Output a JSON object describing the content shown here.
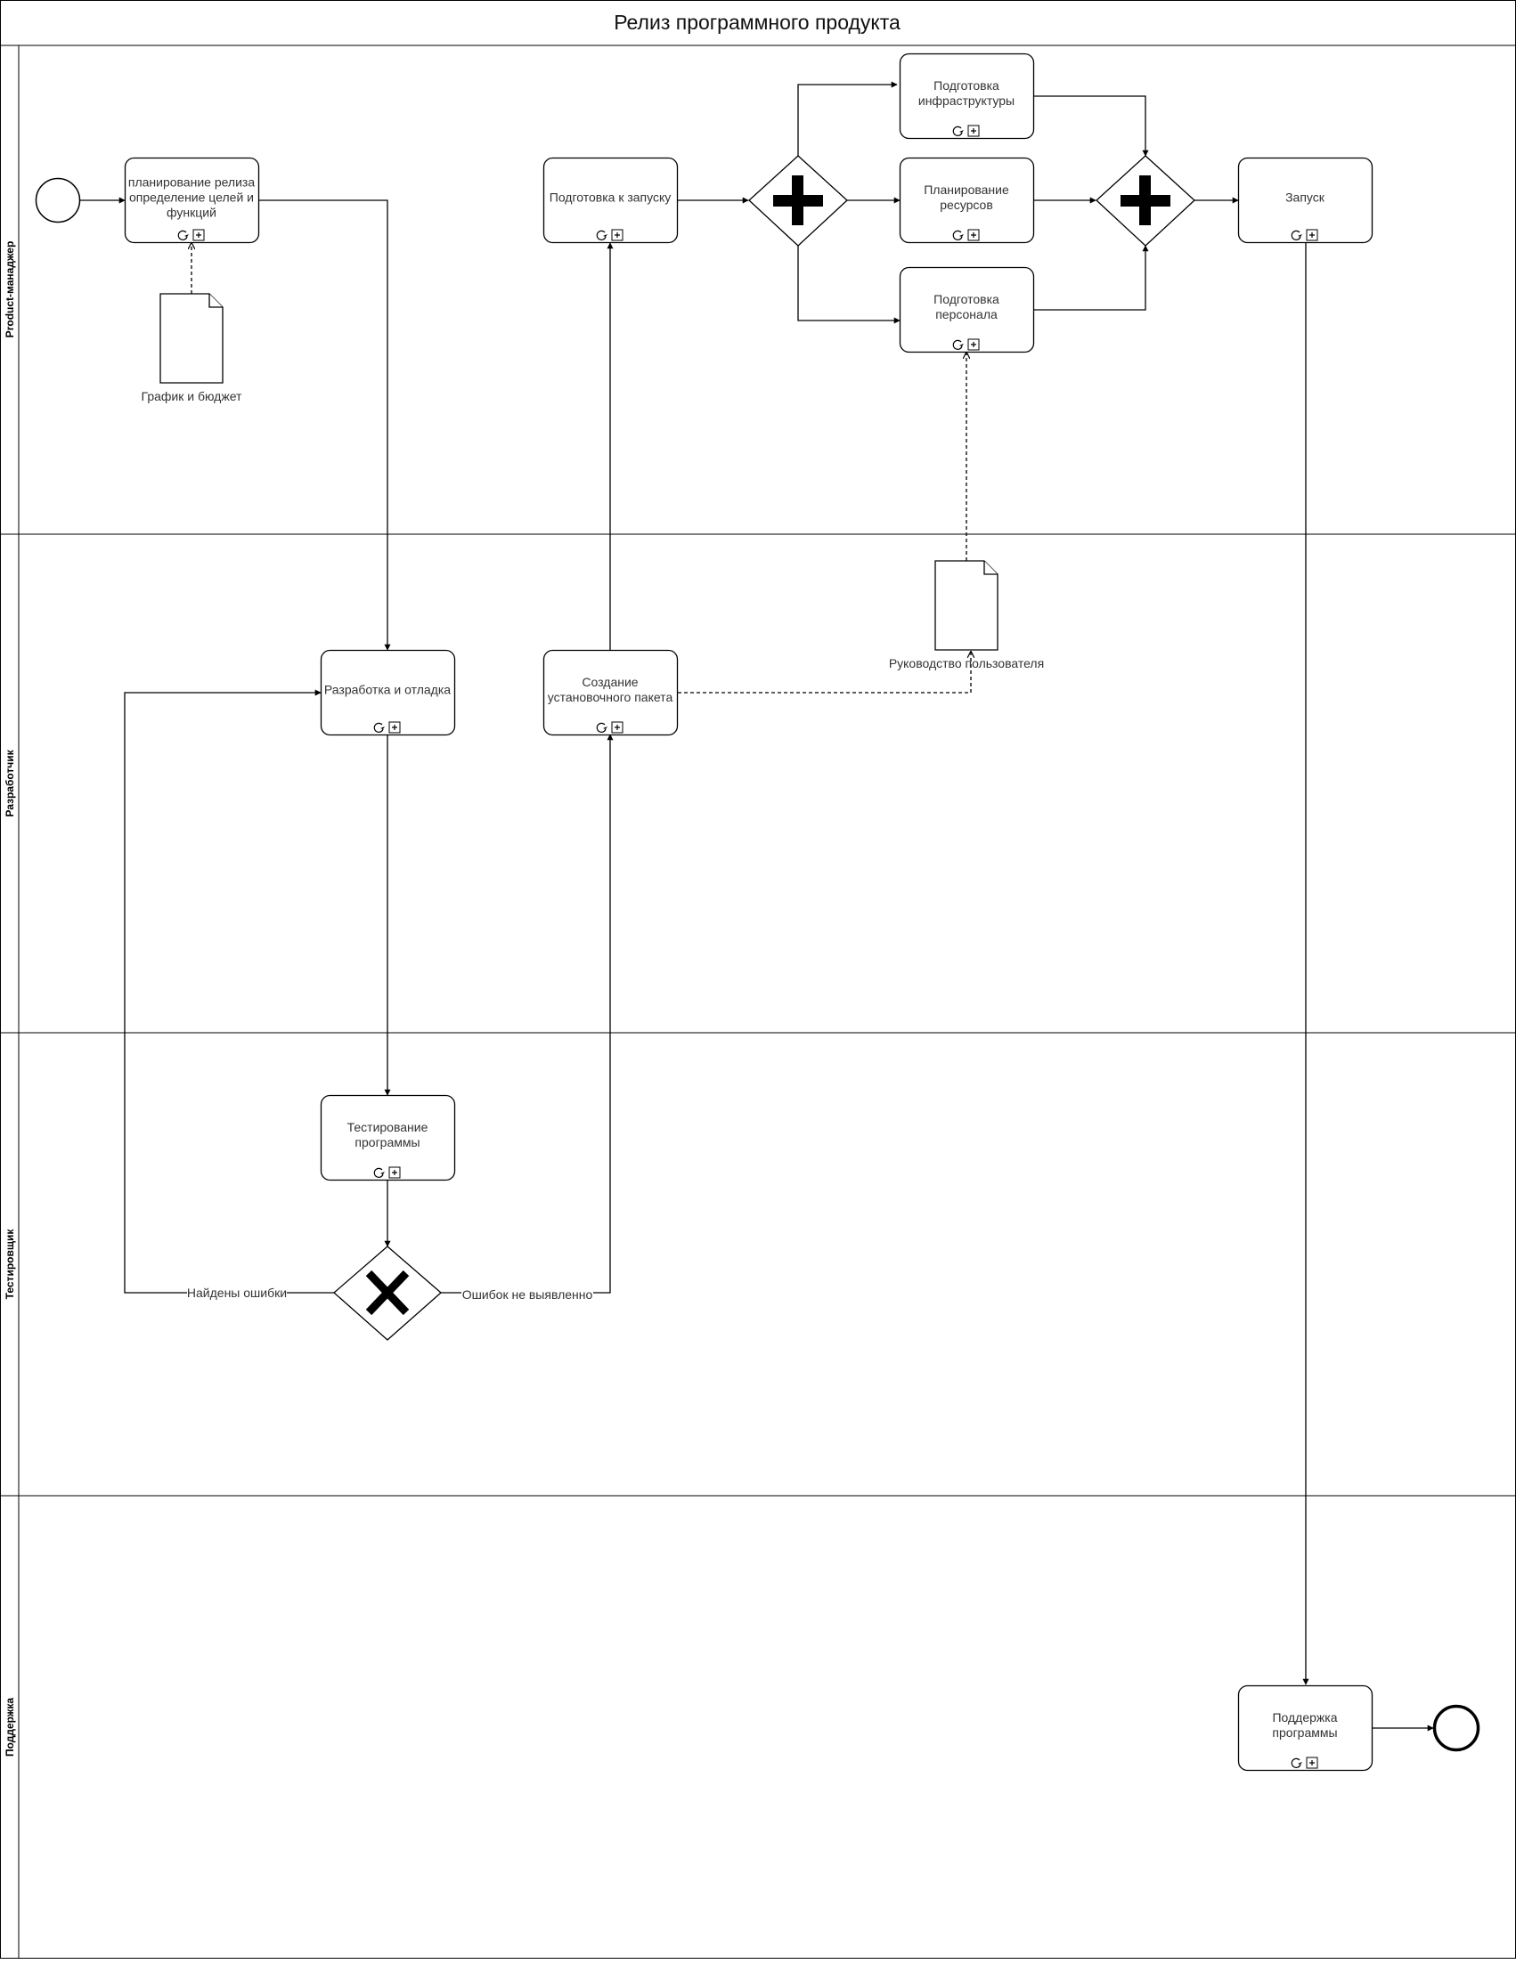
{
  "diagram": {
    "title": "Релиз программного продукта",
    "lanes": [
      {
        "id": "pm",
        "label": "Product-манаджер"
      },
      {
        "id": "dev",
        "label": "Разработчик"
      },
      {
        "id": "qa",
        "label": "Тестировщик"
      },
      {
        "id": "support",
        "label": "Поддержка"
      }
    ],
    "tasks": [
      {
        "id": "planning",
        "lines": [
          "планирование релиза",
          "определение целей и",
          "функций"
        ]
      },
      {
        "id": "launch-prep",
        "lines": [
          "Подготовка к запуску"
        ]
      },
      {
        "id": "infra",
        "lines": [
          "Подготовка",
          "инфраструктуры"
        ]
      },
      {
        "id": "resources",
        "lines": [
          "Планирование",
          "ресурсов"
        ]
      },
      {
        "id": "staff",
        "lines": [
          "Подготовка",
          "персонала"
        ]
      },
      {
        "id": "launch",
        "lines": [
          "Запуск"
        ]
      },
      {
        "id": "develop",
        "lines": [
          "Разработка и отладка"
        ]
      },
      {
        "id": "package",
        "lines": [
          "Создание",
          "установочного пакета"
        ]
      },
      {
        "id": "testing",
        "lines": [
          "Тестирование",
          "программы"
        ]
      },
      {
        "id": "support-task",
        "lines": [
          "Поддержка",
          "программы"
        ]
      }
    ],
    "documents": [
      {
        "id": "schedule",
        "label": "График и бюджет"
      },
      {
        "id": "manual",
        "label": "Руководство пользователя"
      }
    ],
    "gateways": [
      {
        "id": "fork",
        "kind": "parallel"
      },
      {
        "id": "join",
        "kind": "parallel"
      },
      {
        "id": "decision",
        "kind": "exclusive"
      }
    ],
    "flow_labels": {
      "errors_found": "Найдены ошибки",
      "no_errors": "Ошибок не выявленно"
    },
    "edges": [
      {
        "from": "start",
        "to": "planning"
      },
      {
        "from": "planning",
        "to": "develop"
      },
      {
        "from": "develop",
        "to": "testing"
      },
      {
        "from": "testing",
        "to": "decision"
      },
      {
        "from": "decision",
        "to": "develop",
        "label": "errors_found"
      },
      {
        "from": "decision",
        "to": "package",
        "label": "no_errors"
      },
      {
        "from": "package",
        "to": "launch-prep"
      },
      {
        "from": "launch-prep",
        "to": "fork"
      },
      {
        "from": "fork",
        "to": "infra"
      },
      {
        "from": "fork",
        "to": "resources"
      },
      {
        "from": "fork",
        "to": "staff"
      },
      {
        "from": "infra",
        "to": "join"
      },
      {
        "from": "resources",
        "to": "join"
      },
      {
        "from": "staff",
        "to": "join"
      },
      {
        "from": "join",
        "to": "launch"
      },
      {
        "from": "launch",
        "to": "support-task"
      },
      {
        "from": "support-task",
        "to": "end"
      },
      {
        "from": "schedule",
        "to": "planning",
        "kind": "association"
      },
      {
        "from": "package",
        "to": "manual",
        "kind": "association"
      },
      {
        "from": "manual",
        "to": "staff",
        "kind": "association"
      }
    ]
  }
}
